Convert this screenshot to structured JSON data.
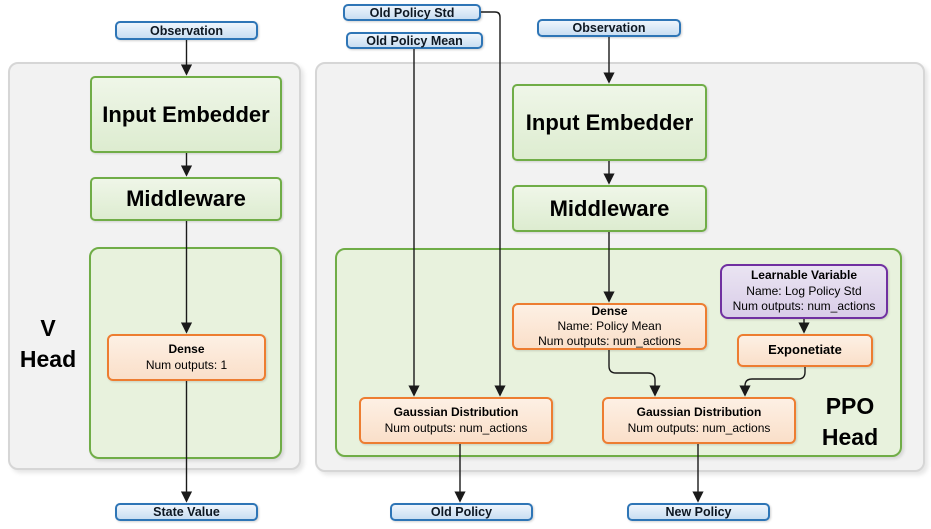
{
  "colors": {
    "blue_border": "#2E75B6",
    "blue_fill_top": "#eef5fc",
    "blue_fill_bottom": "#c9def2",
    "green_border": "#70AD47",
    "green_fill_top": "#eff6e8",
    "green_fill_bottom": "#ddecd0",
    "green_container_fill": "#e8f2dd",
    "orange_border": "#ED7D31",
    "orange_fill_top": "#fdf0e4",
    "orange_fill_bottom": "#fadfc9",
    "purple_border": "#7030A0",
    "purple_fill_top": "#eae4f2",
    "purple_fill_bottom": "#d9cde8",
    "panel_fill": "#f2f2f2",
    "panel_border": "#d6d6d6",
    "arrow": "#1a1a1a"
  },
  "v_head": {
    "title_line1": "V",
    "title_line2": "Head",
    "observation": "Observation",
    "input_embedder": "Input Embedder",
    "middleware": "Middleware",
    "dense": {
      "title": "Dense",
      "line2": "Num outputs: 1"
    },
    "state_value": "State Value"
  },
  "ppo_head": {
    "title_line1": "PPO",
    "title_line2": "Head",
    "old_policy_std": "Old Policy Std",
    "old_policy_mean": "Old Policy Mean",
    "observation": "Observation",
    "input_embedder": "Input Embedder",
    "middleware": "Middleware",
    "dense": {
      "title": "Dense",
      "line2": "Name: Policy Mean",
      "line3": "Num outputs: num_actions"
    },
    "learnable_variable": {
      "title": "Learnable Variable",
      "line2": "Name: Log Policy Std",
      "line3": "Num outputs: num_actions"
    },
    "exponetiate": "Exponetiate",
    "gaussian_old": {
      "title": "Gaussian Distribution",
      "line2": "Num outputs: num_actions"
    },
    "gaussian_new": {
      "title": "Gaussian Distribution",
      "line2": "Num outputs: num_actions"
    },
    "old_policy": "Old Policy",
    "new_policy": "New Policy"
  }
}
